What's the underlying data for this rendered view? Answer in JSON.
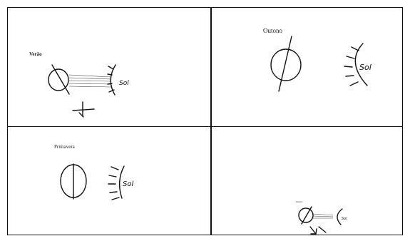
{
  "panels": [
    {
      "season": "Verão",
      "sun_text": "Sol"
    },
    {
      "season": "Outono",
      "sun_text": "Sol"
    },
    {
      "season": "Primavera",
      "sun_text": "Sol"
    },
    {
      "season": "Inverno",
      "sun_text": "Sol"
    }
  ]
}
